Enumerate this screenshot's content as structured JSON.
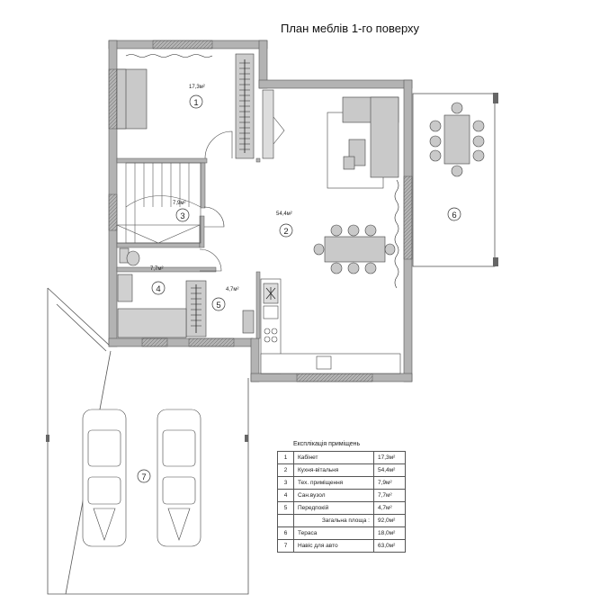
{
  "title": "План меблів 1-го поверху",
  "rooms": [
    {
      "number": "1",
      "area": "17,3м²"
    },
    {
      "number": "2",
      "area": "54,4м²"
    },
    {
      "number": "3",
      "area": "7,9м²"
    },
    {
      "number": "4",
      "area": "7,7м²"
    },
    {
      "number": "5",
      "area": "4,7м²"
    },
    {
      "number": "6",
      "area": ""
    },
    {
      "number": "7",
      "area": ""
    }
  ],
  "legend": {
    "caption": "Експлікація приміщень",
    "rows": [
      {
        "num": "1",
        "name": "Кабінет",
        "area": "17,3м²"
      },
      {
        "num": "2",
        "name": "Кухня-вітальня",
        "area": "54,4м²"
      },
      {
        "num": "3",
        "name": "Тех. приміщення",
        "area": "7,9м²"
      },
      {
        "num": "4",
        "name": "Сан.вузол",
        "area": "7,7м²"
      },
      {
        "num": "5",
        "name": "Передпокій",
        "area": "4,7м²"
      }
    ],
    "total": {
      "name": "Загальна площа :",
      "area": "92,0м²"
    },
    "extra": [
      {
        "num": "6",
        "name": "Тераса",
        "area": "18,0м²"
      },
      {
        "num": "7",
        "name": "Навіс для авто",
        "area": "63,0м²"
      }
    ]
  },
  "colors": {
    "wall": "#b3b3b3",
    "furniture": "#c9c9c9",
    "line": "#333333"
  }
}
